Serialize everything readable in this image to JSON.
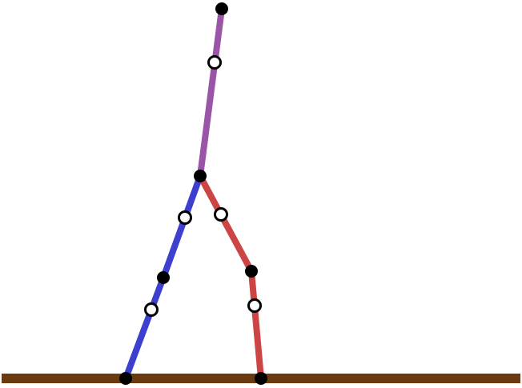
{
  "scene": {
    "background_color": "#ffffff",
    "ground": {
      "name": "ground",
      "color": "#6b3a0e"
    },
    "segments": [
      {
        "name": "torso",
        "color": "#9b55a8"
      },
      {
        "name": "left-thigh",
        "color": "#3d3fce"
      },
      {
        "name": "left-shin",
        "color": "#3d3fce"
      },
      {
        "name": "right-thigh",
        "color": "#cc4444"
      },
      {
        "name": "right-shin",
        "color": "#cc4444"
      }
    ],
    "joints": [
      {
        "name": "head"
      },
      {
        "name": "hip"
      },
      {
        "name": "left-knee"
      },
      {
        "name": "left-foot"
      },
      {
        "name": "right-knee"
      },
      {
        "name": "right-foot"
      }
    ],
    "centers_of_mass": [
      {
        "name": "torso-center"
      },
      {
        "name": "left-thigh-center"
      },
      {
        "name": "left-shin-center"
      },
      {
        "name": "right-thigh-center"
      },
      {
        "name": "right-shin-center"
      }
    ],
    "joint_color": "#000000",
    "marker_color": "#000000"
  }
}
